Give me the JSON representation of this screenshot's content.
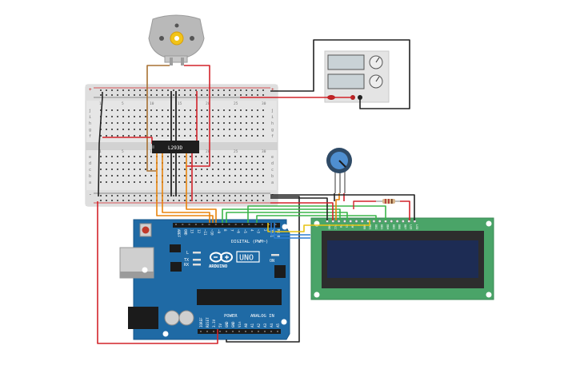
{
  "breadboard": {
    "rail_plus": "+",
    "rail_minus": "-",
    "row_letters_top": [
      "j",
      "i",
      "h",
      "g",
      "f"
    ],
    "row_letters_bottom": [
      "e",
      "d",
      "c",
      "b",
      "a"
    ],
    "column_numbers": [
      "1",
      "5",
      "10",
      "15",
      "20",
      "25",
      "30"
    ]
  },
  "motor_driver": {
    "label": "L293D"
  },
  "arduino": {
    "brand": "ARDUINO",
    "model": "UNO",
    "on_label": "ON",
    "tx_label": "TX",
    "rx_label": "RX",
    "l_label": "L",
    "digital_label": "DIGITAL (PWM~)",
    "power_label": "POWER",
    "analog_label": "ANALOG IN",
    "top_pins": [
      "AREF",
      "GND",
      "13",
      "12",
      "~11",
      "~10",
      "~9",
      "8",
      "7",
      "~6",
      "~5",
      "4",
      "~3",
      "2",
      "TX 1",
      "RX 0"
    ],
    "bottom_pins": [
      "IOREF",
      "RESET",
      "3.3V",
      "5V",
      "GND",
      "GND",
      "Vin",
      "A0",
      "A1",
      "A2",
      "A3",
      "A4",
      "A5"
    ]
  },
  "lcd": {
    "pins": [
      "GND",
      "VCC",
      "V0",
      "RS",
      "RW",
      "E",
      "DB0",
      "DB1",
      "DB2",
      "DB3",
      "DB4",
      "DB5",
      "DB6",
      "DB7",
      "LED",
      "LED"
    ]
  },
  "power_supply": {
    "name": "dc-power-supply"
  },
  "colors": {
    "wire_red": "#d2232a",
    "wire_black": "#222222",
    "wire_orange": "#e8840c",
    "wire_green": "#3bb54a",
    "wire_blue": "#2f7fd3",
    "wire_yellow": "#e7c414",
    "wire_brown": "#a87132",
    "arduino_blue": "#1f6aa5",
    "lcd_green": "#4aa468",
    "lcd_screen": "#1d2c54"
  }
}
